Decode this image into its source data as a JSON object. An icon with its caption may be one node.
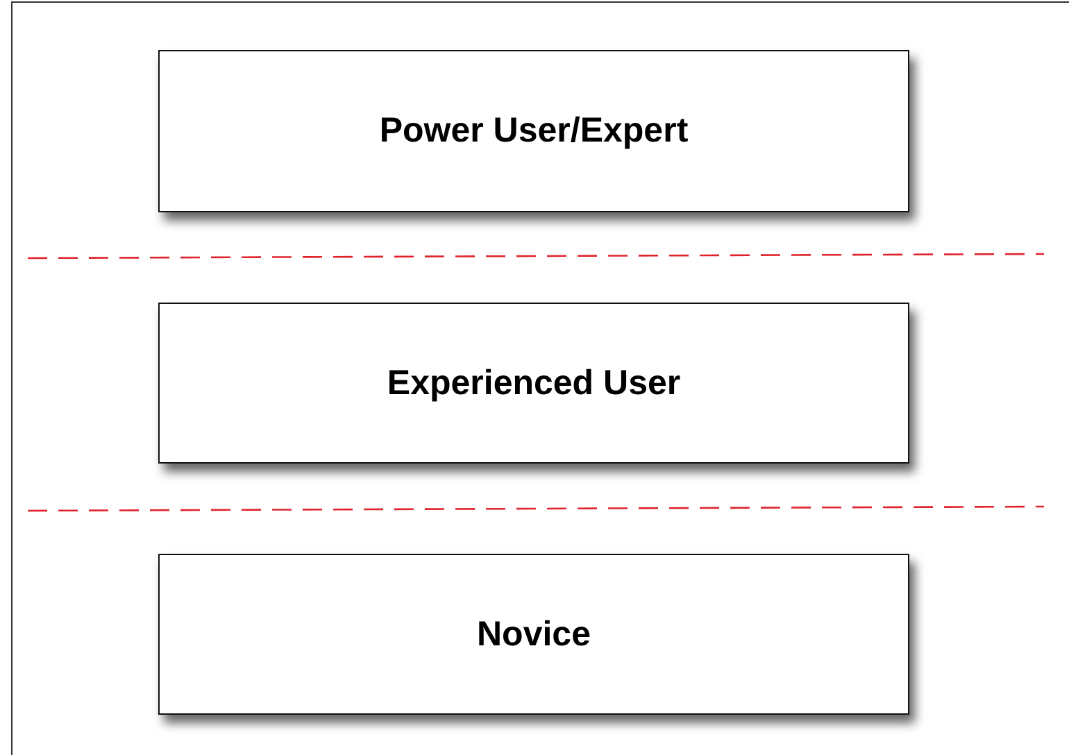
{
  "diagram": {
    "nodes": [
      {
        "text": [
          "Power User/Expert"
        ]
      },
      {
        "text": [
          "Experienced User"
        ]
      },
      {
        "text": [
          "Novice"
        ]
      }
    ]
  }
}
